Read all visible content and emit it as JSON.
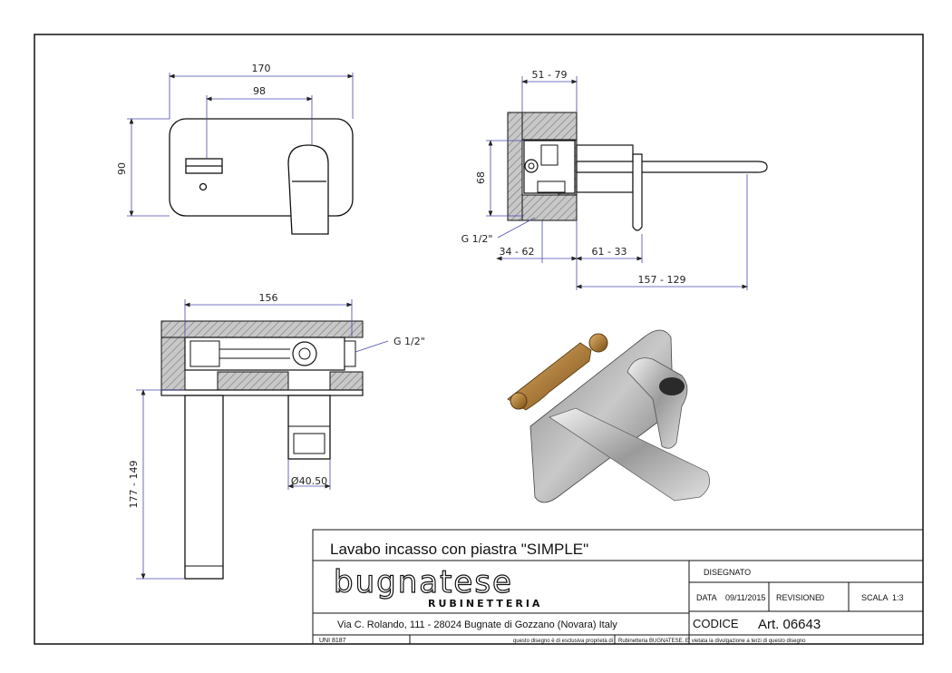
{
  "dimensions": {
    "front_width_total": "170",
    "front_width_inner": "98",
    "front_height": "90",
    "side_depth_range": "51 - 79",
    "side_height": "68",
    "side_thread": "G 1/2\"",
    "side_wall_range": "34 - 62",
    "side_offset_range": "61 - 33",
    "side_spout_range": "157 - 129",
    "top_width": "156",
    "top_thread": "G 1/2\"",
    "top_spout_range": "177 - 149",
    "top_diameter": "Ø40.50"
  },
  "title_block": {
    "title": "Lavabo incasso con piastra \"SIMPLE\"",
    "brand": "bugnatese",
    "brand_sub": "RUBINETTERIA",
    "address": "Via C. Rolando, 111 - 28024 Bugnate di Gozzano (Novara) Italy",
    "drawn_label": "DISEGNATO",
    "date_label": "DATA",
    "date_value": "09/11/2015",
    "revision_label": "REVISIONE",
    "revision_value": "0",
    "scale_label": "SCALA",
    "scale_value": "1:3",
    "code_label": "CODICE",
    "code_value": "Art. 06643",
    "standard": "UNI 8187",
    "disclaimer_left": "questo disegno è di esclusiva proprietà di",
    "disclaimer_right": "Rubinetteria BUGNATESE. E' vietata la divulgazione a terzi di questo disegno"
  },
  "colors": {
    "line": "#111111",
    "dimension": "#4a4ab0",
    "hatch": "#9a9a9a",
    "brass": "#b07a2a"
  }
}
